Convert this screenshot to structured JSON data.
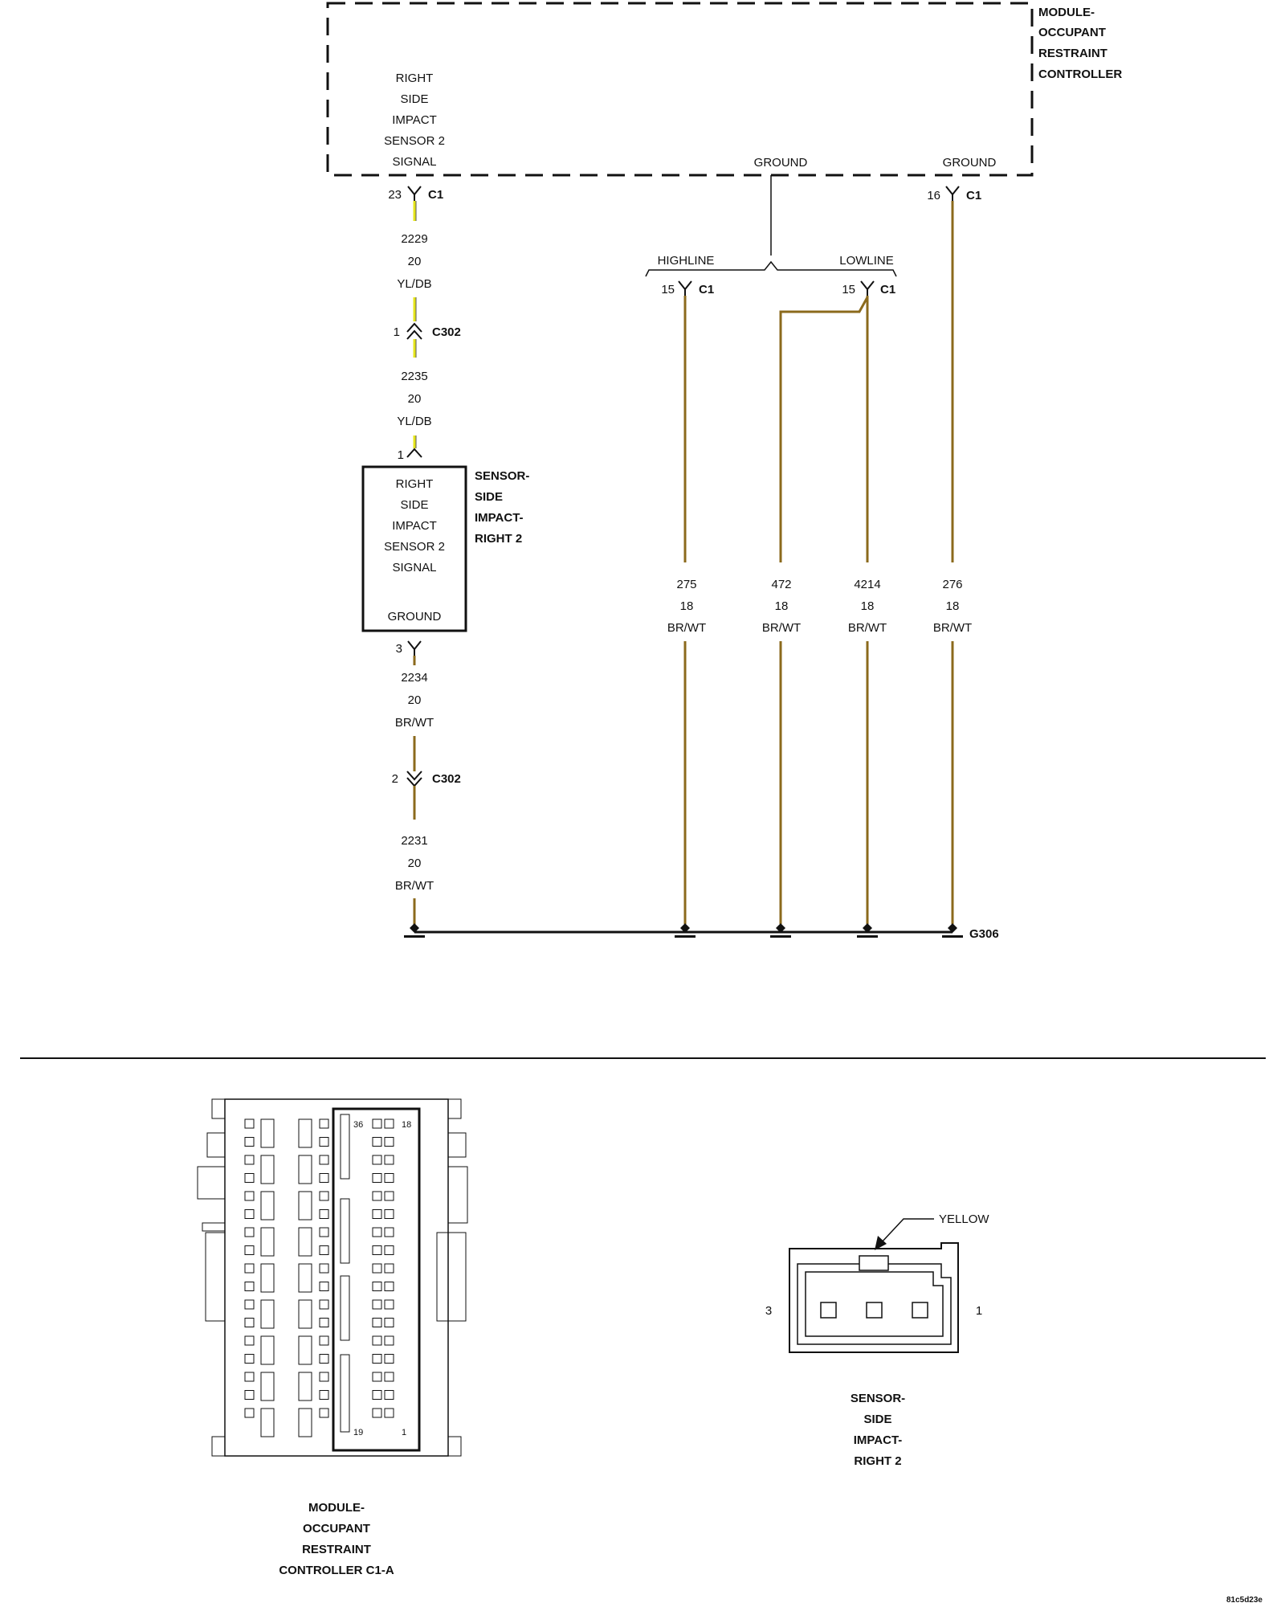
{
  "module": {
    "title_lines": [
      "MODULE-",
      "OCCUPANT",
      "RESTRAINT",
      "CONTROLLER"
    ],
    "signal_lines": [
      "RIGHT",
      "SIDE",
      "IMPACT",
      "SENSOR 2",
      "SIGNAL"
    ],
    "ground1": "GROUND",
    "ground2": "GROUND"
  },
  "pins": {
    "c1_23": {
      "num": "23",
      "conn": "C1"
    },
    "c1_16": {
      "num": "16",
      "conn": "C1"
    },
    "c1_15_high": {
      "num": "15",
      "conn": "C1"
    },
    "c1_15_low": {
      "num": "15",
      "conn": "C1"
    },
    "c302_1": {
      "num": "1",
      "conn": "C302"
    },
    "c302_2": {
      "num": "2",
      "conn": "C302"
    },
    "sensor_1": {
      "num": "1"
    },
    "sensor_3": {
      "num": "3"
    }
  },
  "variants": {
    "highline": "HIGHLINE",
    "lowline": "LOWLINE"
  },
  "wires": {
    "w2229": {
      "circuit": "2229",
      "gauge": "20",
      "color": "YL/DB"
    },
    "w2235": {
      "circuit": "2235",
      "gauge": "20",
      "color": "YL/DB"
    },
    "w2234": {
      "circuit": "2234",
      "gauge": "20",
      "color": "BR/WT"
    },
    "w2231": {
      "circuit": "2231",
      "gauge": "20",
      "color": "BR/WT"
    },
    "w275": {
      "circuit": "275",
      "gauge": "18",
      "color": "BR/WT"
    },
    "w472": {
      "circuit": "472",
      "gauge": "18",
      "color": "BR/WT"
    },
    "w4214": {
      "circuit": "4214",
      "gauge": "18",
      "color": "BR/WT"
    },
    "w276": {
      "circuit": "276",
      "gauge": "18",
      "color": "BR/WT"
    }
  },
  "sensor": {
    "signal_lines": [
      "RIGHT",
      "SIDE",
      "IMPACT",
      "SENSOR 2",
      "SIGNAL"
    ],
    "ground": "GROUND",
    "name_lines": [
      "SENSOR-",
      "SIDE",
      "IMPACT-",
      "RIGHT 2"
    ]
  },
  "ground_point": "G306",
  "connector_c1a": {
    "pin_labels": {
      "p36": "36",
      "p18": "18",
      "p19": "19",
      "p1": "1"
    },
    "caption_lines": [
      "MODULE-",
      "OCCUPANT",
      "RESTRAINT",
      "CONTROLLER C1-A"
    ]
  },
  "connector_sensor": {
    "color_label": "YELLOW",
    "pin3": "3",
    "pin1": "1",
    "caption_lines": [
      "SENSOR-",
      "SIDE",
      "IMPACT-",
      "RIGHT 2"
    ]
  },
  "doc_code": "81c5d23e",
  "colors": {
    "yellow_wire": "#e6e61a",
    "brown_wire": "#8b6a1c",
    "dark": "#111111"
  }
}
